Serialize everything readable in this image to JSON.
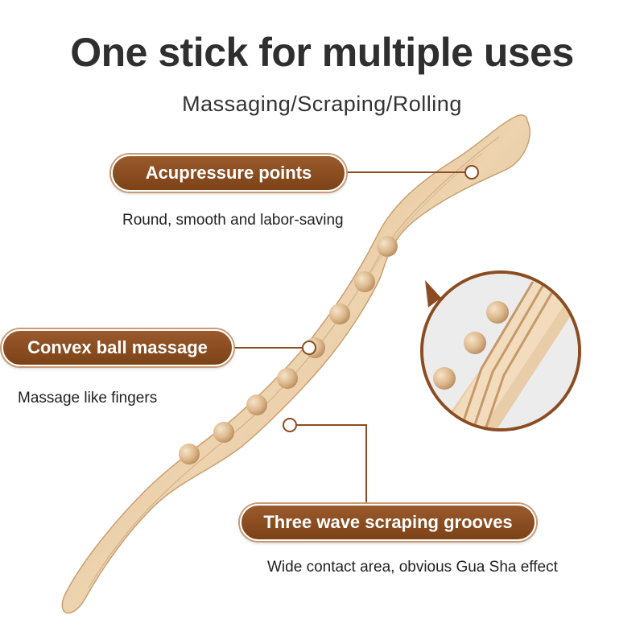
{
  "header": {
    "title": "One stick for multiple uses",
    "subtitle": "Massaging/Scraping/Rolling"
  },
  "callouts": [
    {
      "label": "Acupressure points",
      "description": "Round, smooth and labor-saving"
    },
    {
      "label": "Convex ball massage",
      "description": "Massage like fingers"
    },
    {
      "label": "Three wave scraping grooves",
      "description": "Wide contact area, obvious Gua Sha effect"
    }
  ],
  "colors": {
    "pill": "#8a4c20",
    "connector": "#8a4c20",
    "wood": "#e2c39c",
    "title": "#2f2f2f"
  }
}
